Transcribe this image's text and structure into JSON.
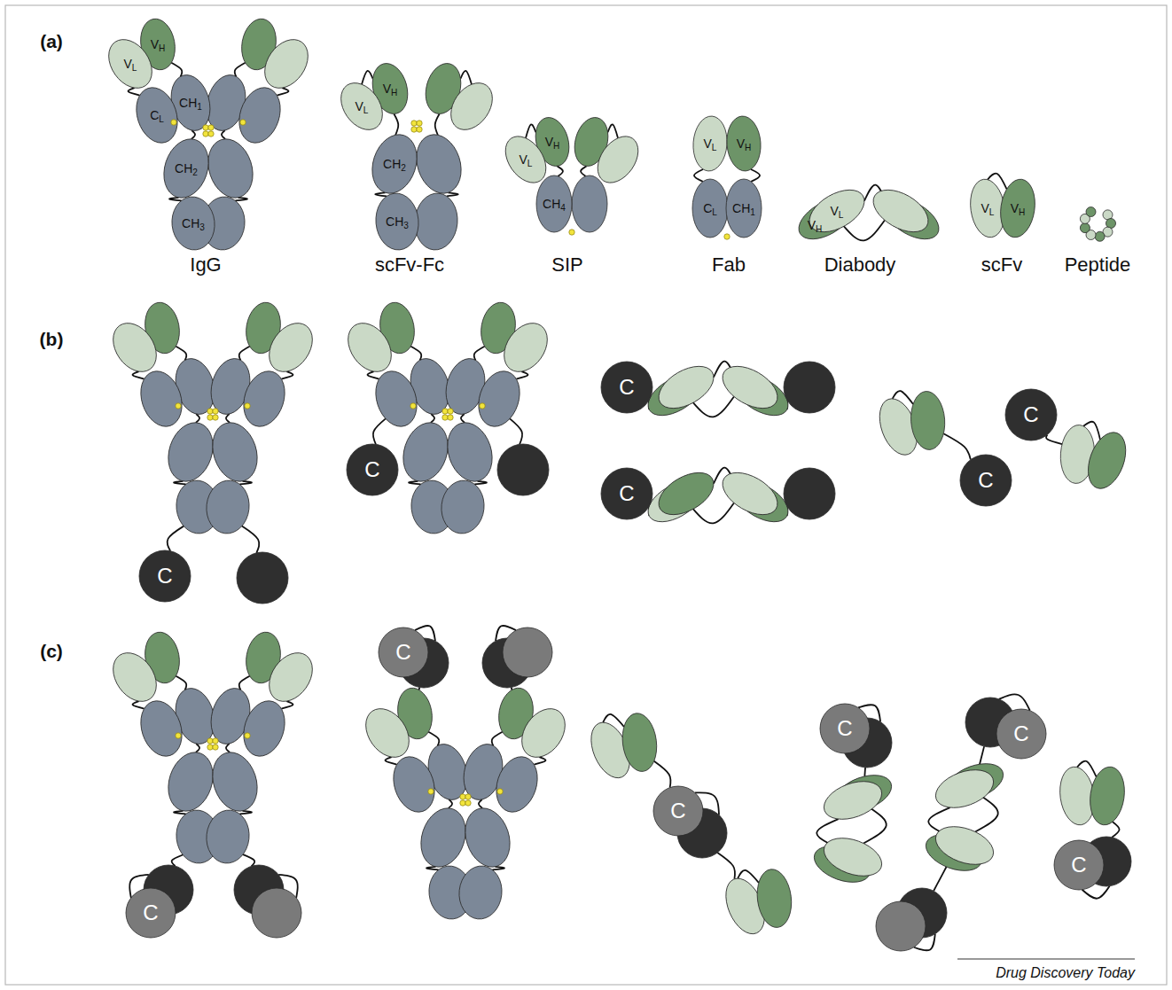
{
  "diagram": {
    "nodes": [
      {
        "text": [
          "VL"
        ]
      },
      {
        "text": [
          "VH"
        ]
      },
      {
        "text": [
          "CL"
        ]
      },
      {
        "text": [
          "CH1"
        ]
      },
      {
        "text": [
          "CH2"
        ]
      },
      {
        "text": [
          "CH3"
        ]
      },
      {
        "text": [
          "VL"
        ]
      },
      {
        "text": [
          "VH"
        ]
      },
      {
        "text": [
          "CH2"
        ]
      },
      {
        "text": [
          "CH3"
        ]
      },
      {
        "text": [
          "VL"
        ]
      },
      {
        "text": [
          "VH"
        ]
      },
      {
        "text": [
          "CH4"
        ]
      },
      {
        "text": [
          "VL"
        ]
      },
      {
        "text": [
          "VH"
        ]
      },
      {
        "text": [
          "CL"
        ]
      },
      {
        "text": [
          "CH1"
        ]
      },
      {
        "text": [
          "VL"
        ]
      },
      {
        "text": [
          "VH"
        ]
      },
      {
        "text": [
          "VL"
        ]
      },
      {
        "text": [
          "VH"
        ]
      },
      {
        "text": [
          "C"
        ]
      },
      {
        "text": [
          "C"
        ]
      },
      {
        "text": [
          "C"
        ]
      },
      {
        "text": [
          "C"
        ]
      },
      {
        "text": [
          "C"
        ]
      },
      {
        "text": [
          "C"
        ]
      },
      {
        "text": [
          "C"
        ]
      },
      {
        "text": [
          "C"
        ]
      },
      {
        "text": [
          "C"
        ]
      },
      {
        "text": [
          "C"
        ]
      },
      {
        "text": [
          "C"
        ]
      },
      {
        "text": [
          "C"
        ]
      }
    ],
    "edges": [
      {
        "from": 0,
        "to": 2,
        "arrow": "none"
      },
      {
        "from": 1,
        "to": 3,
        "arrow": "none"
      },
      {
        "from": 3,
        "to": 4,
        "arrow": "none"
      },
      {
        "from": 4,
        "to": 5,
        "arrow": "none"
      },
      {
        "from": 6,
        "to": 7,
        "arrow": "none"
      },
      {
        "from": 7,
        "to": 8,
        "arrow": "none"
      },
      {
        "from": 8,
        "to": 9,
        "arrow": "none"
      },
      {
        "from": 10,
        "to": 11,
        "arrow": "none"
      },
      {
        "from": 11,
        "to": 12,
        "arrow": "none"
      },
      {
        "from": 13,
        "to": 15,
        "arrow": "none"
      },
      {
        "from": 14,
        "to": 16,
        "arrow": "none"
      },
      {
        "from": 19,
        "to": 20,
        "arrow": "none"
      }
    ],
    "labels": [
      "(a)",
      "IgG",
      "scFv-Fc",
      "SIP",
      "Fab",
      "Diabody",
      "scFv",
      "Peptide",
      "(b)",
      "(c)",
      "Drug Discovery Today"
    ]
  }
}
